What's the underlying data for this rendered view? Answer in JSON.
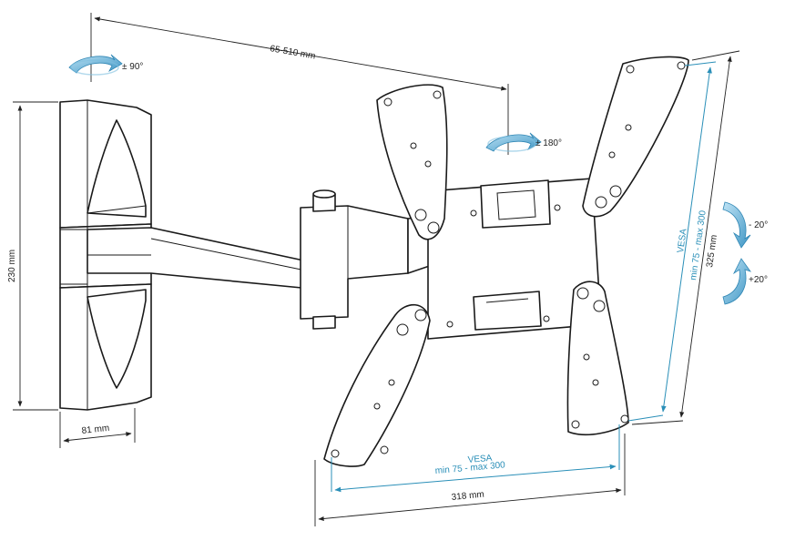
{
  "colors": {
    "line": "#1a1a1a",
    "vesa_dimension": "#2a8fb8",
    "rotation_arrow": "#4aa3cf"
  },
  "icons": [
    "swivel-arrow-icon",
    "rotate-arrow-icon",
    "tilt-down-arrow-icon",
    "tilt-up-arrow-icon"
  ],
  "labels": {
    "swivel": "± 90°",
    "rotate": "± 180°",
    "tilt_down": "- 20°",
    "tilt_up": "+20°",
    "arm_extension": "65-510 mm",
    "wall_plate_height": "230 mm",
    "wall_plate_width": "81 mm",
    "plate_height": "325 mm",
    "plate_width": "318 mm",
    "vesa_vertical_title": "VESA",
    "vesa_vertical_range": "min 75 - max 300",
    "vesa_horizontal_title": "VESA",
    "vesa_horizontal_range": "min 75 - max 300"
  }
}
